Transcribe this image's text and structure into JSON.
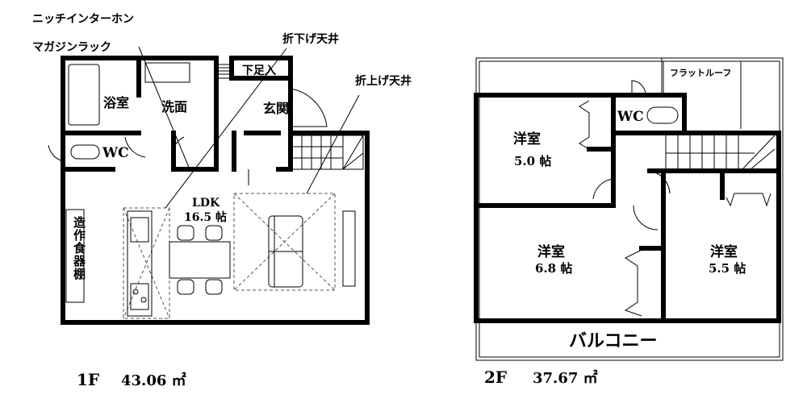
{
  "floor1": {
    "callouts": {
      "niche_intercom": "ニッチインターホン",
      "magazine_rack": "マガジンラック",
      "lowered_ceiling": "折下げ天井",
      "raised_ceiling": "折上げ天井"
    },
    "rooms": {
      "bath": "浴室",
      "washroom": "洗面",
      "shoe_storage": "下足入",
      "entrance": "玄関",
      "wc": "WC",
      "ldk": "LDK",
      "ldk_size": "16.5 帖",
      "cupboard": "造作食器棚"
    },
    "label": "1F",
    "area": "43.06 ㎡"
  },
  "floor2": {
    "rooms": {
      "flat_roof": "フラットルーフ",
      "wc": "WC",
      "room_a": "洋室",
      "room_a_size": "5.0 帖",
      "room_b": "洋室",
      "room_b_size": "6.8 帖",
      "room_c": "洋室",
      "room_c_size": "5.5 帖",
      "balcony": "バルコニー"
    },
    "label": "2F",
    "area": "37.67 ㎡"
  }
}
